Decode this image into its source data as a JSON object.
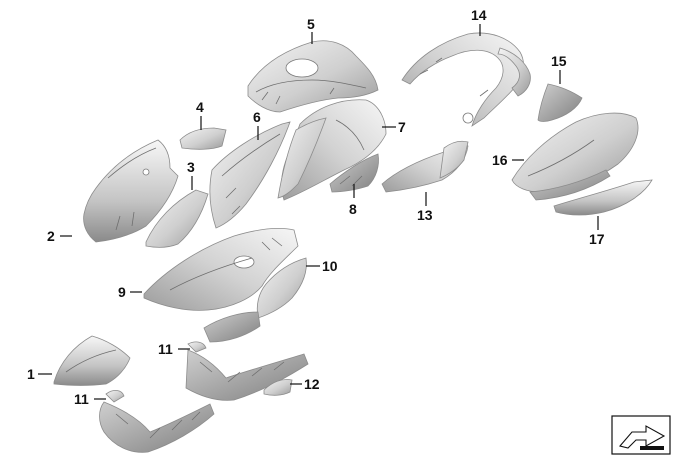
{
  "diagram": {
    "parts": [
      {
        "id": "p1",
        "label": "1"
      },
      {
        "id": "p2",
        "label": "2"
      },
      {
        "id": "p3",
        "label": "3"
      },
      {
        "id": "p4",
        "label": "4"
      },
      {
        "id": "p5",
        "label": "5"
      },
      {
        "id": "p6",
        "label": "6"
      },
      {
        "id": "p7",
        "label": "7"
      },
      {
        "id": "p8",
        "label": "8"
      },
      {
        "id": "p9",
        "label": "9"
      },
      {
        "id": "p10",
        "label": "10"
      },
      {
        "id": "p11a",
        "label": "11"
      },
      {
        "id": "p11b",
        "label": "11"
      },
      {
        "id": "p12",
        "label": "12"
      },
      {
        "id": "p13",
        "label": "13"
      },
      {
        "id": "p14",
        "label": "14"
      },
      {
        "id": "p15",
        "label": "15"
      },
      {
        "id": "p16",
        "label": "16"
      },
      {
        "id": "p17",
        "label": "17"
      }
    ],
    "colors": {
      "part_light": "#f2f2f2",
      "part_mid": "#c9c9c9",
      "part_dark": "#8f8f8f",
      "label": "#111111"
    },
    "symbol": {
      "icon": "lever-pointer-icon"
    }
  }
}
